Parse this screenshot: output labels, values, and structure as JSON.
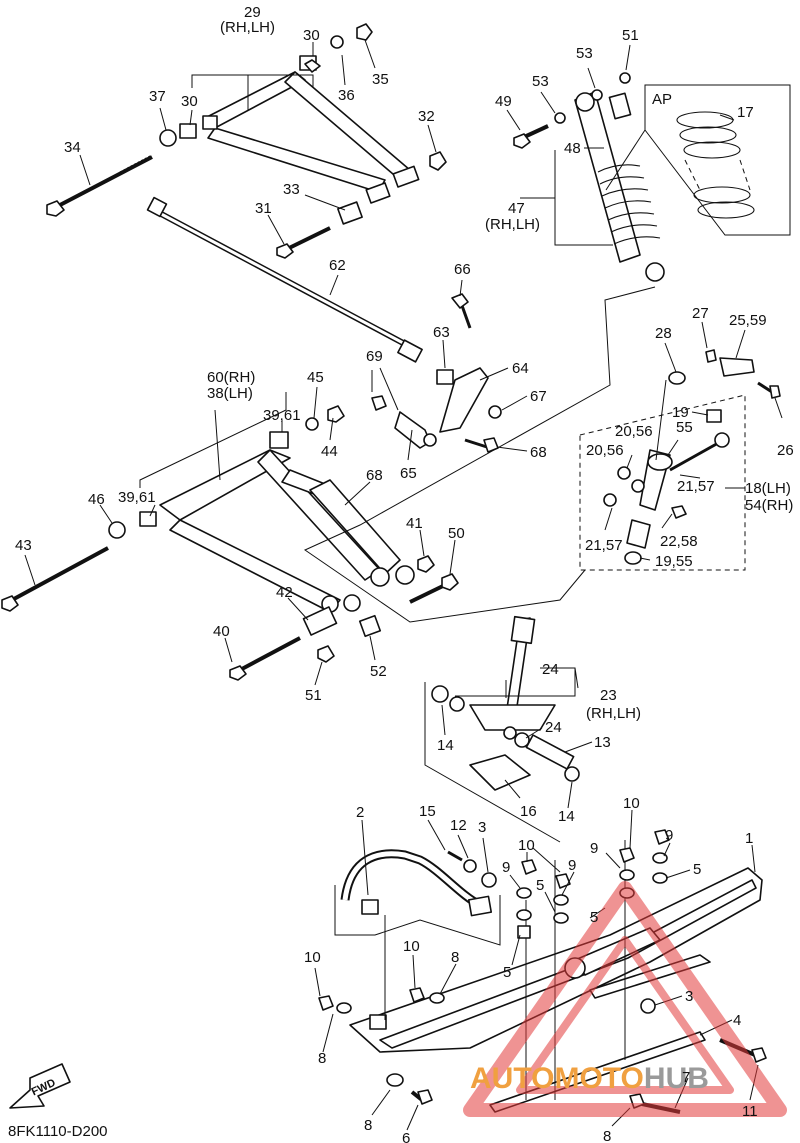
{
  "diagram_code": "8FK1110-D200",
  "fwd_label": "FWD",
  "inset_label": "AP",
  "watermark": {
    "part1": "AUTOMOTO",
    "part2": "HUB",
    "color1": "#f0a040",
    "color2": "#9a9a9a",
    "triangle_color": "#e23b3b"
  },
  "callouts": [
    {
      "id": "c29",
      "text": "29"
    },
    {
      "id": "c29s",
      "text": "(RH,LH)"
    },
    {
      "id": "c30a",
      "text": "30"
    },
    {
      "id": "c30b",
      "text": "30"
    },
    {
      "id": "c35",
      "text": "35"
    },
    {
      "id": "c36",
      "text": "36"
    },
    {
      "id": "c37",
      "text": "37"
    },
    {
      "id": "c32",
      "text": "32"
    },
    {
      "id": "c34",
      "text": "34"
    },
    {
      "id": "c33",
      "text": "33"
    },
    {
      "id": "c31",
      "text": "31"
    },
    {
      "id": "c62",
      "text": "62"
    },
    {
      "id": "c66",
      "text": "66"
    },
    {
      "id": "c63",
      "text": "63"
    },
    {
      "id": "c64",
      "text": "64"
    },
    {
      "id": "c69",
      "text": "69"
    },
    {
      "id": "c67",
      "text": "67"
    },
    {
      "id": "c68a",
      "text": "68"
    },
    {
      "id": "c68b",
      "text": "68"
    },
    {
      "id": "c65",
      "text": "65"
    },
    {
      "id": "c60",
      "text": "60(RH)"
    },
    {
      "id": "c38",
      "text": "38(LH)"
    },
    {
      "id": "c45",
      "text": "45"
    },
    {
      "id": "c3961a",
      "text": "39,61"
    },
    {
      "id": "c44",
      "text": "44"
    },
    {
      "id": "c46",
      "text": "46"
    },
    {
      "id": "c3961b",
      "text": "39,61"
    },
    {
      "id": "c43",
      "text": "43"
    },
    {
      "id": "c41",
      "text": "41"
    },
    {
      "id": "c50",
      "text": "50"
    },
    {
      "id": "c42",
      "text": "42"
    },
    {
      "id": "c40",
      "text": "40"
    },
    {
      "id": "c51a",
      "text": "51"
    },
    {
      "id": "c52",
      "text": "52"
    },
    {
      "id": "c51b",
      "text": "51"
    },
    {
      "id": "c53a",
      "text": "53"
    },
    {
      "id": "c53b",
      "text": "53"
    },
    {
      "id": "c49",
      "text": "49"
    },
    {
      "id": "c48",
      "text": "48"
    },
    {
      "id": "c47",
      "text": "47"
    },
    {
      "id": "c47s",
      "text": "(RH,LH)"
    },
    {
      "id": "c17",
      "text": "17"
    },
    {
      "id": "c28",
      "text": "28"
    },
    {
      "id": "c27",
      "text": "27"
    },
    {
      "id": "c2559",
      "text": "25,59"
    },
    {
      "id": "c19",
      "text": "19"
    },
    {
      "id": "c2056a",
      "text": "20,56"
    },
    {
      "id": "c55",
      "text": "55"
    },
    {
      "id": "c2056b",
      "text": "20,56"
    },
    {
      "id": "c26",
      "text": "26"
    },
    {
      "id": "c2157a",
      "text": "21,57"
    },
    {
      "id": "c18",
      "text": "18(LH)"
    },
    {
      "id": "c54",
      "text": "54(RH)"
    },
    {
      "id": "c2157b",
      "text": "21,57"
    },
    {
      "id": "c2258",
      "text": "22,58"
    },
    {
      "id": "c1955",
      "text": "19,55"
    },
    {
      "id": "c24a",
      "text": "24"
    },
    {
      "id": "c23",
      "text": "23"
    },
    {
      "id": "c23s",
      "text": "(RH,LH)"
    },
    {
      "id": "c24b",
      "text": "24"
    },
    {
      "id": "c14a",
      "text": "14"
    },
    {
      "id": "c13",
      "text": "13"
    },
    {
      "id": "c16",
      "text": "16"
    },
    {
      "id": "c14b",
      "text": "14"
    },
    {
      "id": "c2",
      "text": "2"
    },
    {
      "id": "c15",
      "text": "15"
    },
    {
      "id": "c12",
      "text": "12"
    },
    {
      "id": "c3a",
      "text": "3"
    },
    {
      "id": "c10a",
      "text": "10"
    },
    {
      "id": "c9a",
      "text": "9"
    },
    {
      "id": "c9b",
      "text": "9"
    },
    {
      "id": "c5a",
      "text": "5"
    },
    {
      "id": "c9c",
      "text": "9"
    },
    {
      "id": "c9d",
      "text": "9"
    },
    {
      "id": "c10b",
      "text": "10"
    },
    {
      "id": "c5b",
      "text": "5"
    },
    {
      "id": "c1",
      "text": "1"
    },
    {
      "id": "c5c",
      "text": "5"
    },
    {
      "id": "c5d",
      "text": "5"
    },
    {
      "id": "c10c",
      "text": "10"
    },
    {
      "id": "c8a",
      "text": "8"
    },
    {
      "id": "c10d",
      "text": "10"
    },
    {
      "id": "c3b",
      "text": "3"
    },
    {
      "id": "c4",
      "text": "4"
    },
    {
      "id": "c8b",
      "text": "8"
    },
    {
      "id": "c7",
      "text": "7"
    },
    {
      "id": "c11",
      "text": "11"
    },
    {
      "id": "c8c",
      "text": "8"
    },
    {
      "id": "c6",
      "text": "6"
    },
    {
      "id": "c8d",
      "text": "8"
    }
  ]
}
